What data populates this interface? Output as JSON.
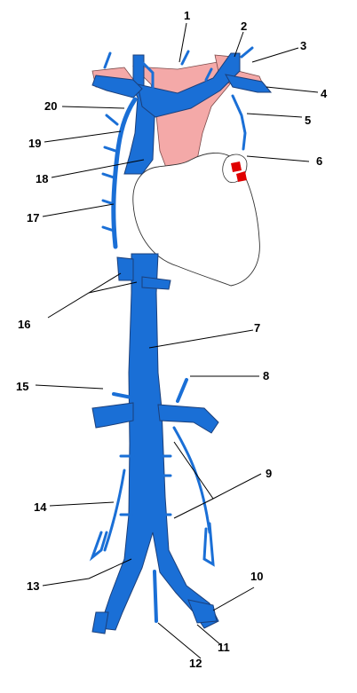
{
  "colors": {
    "vein": "#1a6fd6",
    "vein_outline": "#1b3f7a",
    "artery": "#f4a9a8",
    "red": "#e00000",
    "heart": "#ffffff"
  },
  "labels": [
    "1",
    "2",
    "3",
    "4",
    "5",
    "6",
    "7",
    "8",
    "9",
    "10",
    "11",
    "12",
    "13",
    "14",
    "15",
    "16",
    "17",
    "18",
    "19",
    "20"
  ]
}
